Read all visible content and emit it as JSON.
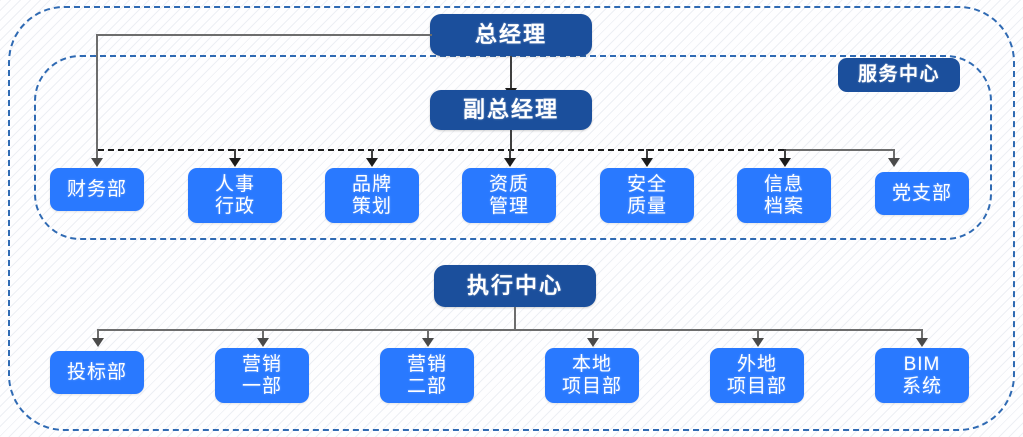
{
  "diagram": {
    "type": "organization-chart",
    "title_text": "",
    "colors": {
      "primary_node": "#1b4f9c",
      "leaf_node": "#2979ff",
      "group_border": "#2f6ab3",
      "connector_solid": "#6d6d6d",
      "connector_dashed": "#1c1c1c",
      "background": "#fefeff"
    }
  },
  "groups": [
    {
      "name": "outer-group",
      "label": ""
    },
    {
      "name": "service-center-group",
      "label": "服务中心"
    }
  ],
  "nodes": {
    "general_manager": {
      "label": "总经理",
      "level": 1
    },
    "deputy_general_manager": {
      "label": "副总经理",
      "level": 2
    },
    "service_center_tag": {
      "label": "服务中心"
    },
    "execution_center": {
      "label": "执行中心",
      "level": 2
    }
  },
  "service_departments": [
    {
      "label": "财务部",
      "reports_to": "总经理",
      "line_style": "solid"
    },
    {
      "label": "人事\n行政",
      "reports_to": "副总经理",
      "line_style": "dashed"
    },
    {
      "label": "品牌\n策划",
      "reports_to": "副总经理",
      "line_style": "dashed"
    },
    {
      "label": "资质\n管理",
      "reports_to": "副总经理",
      "line_style": "dashed"
    },
    {
      "label": "安全\n质量",
      "reports_to": "副总经理",
      "line_style": "dashed"
    },
    {
      "label": "信息\n档案",
      "reports_to": "副总经理",
      "line_style": "dashed"
    },
    {
      "label": "党支部",
      "reports_to": "副总经理",
      "line_style": "solid"
    }
  ],
  "execution_departments": [
    {
      "label": "投标部",
      "reports_to": "执行中心"
    },
    {
      "label": "营销\n一部",
      "reports_to": "执行中心"
    },
    {
      "label": "营销\n二部",
      "reports_to": "执行中心"
    },
    {
      "label": "本地\n项目部",
      "reports_to": "执行中心"
    },
    {
      "label": "外地\n项目部",
      "reports_to": "执行中心"
    },
    {
      "label": "BIM\n系统",
      "reports_to": "执行中心"
    }
  ]
}
